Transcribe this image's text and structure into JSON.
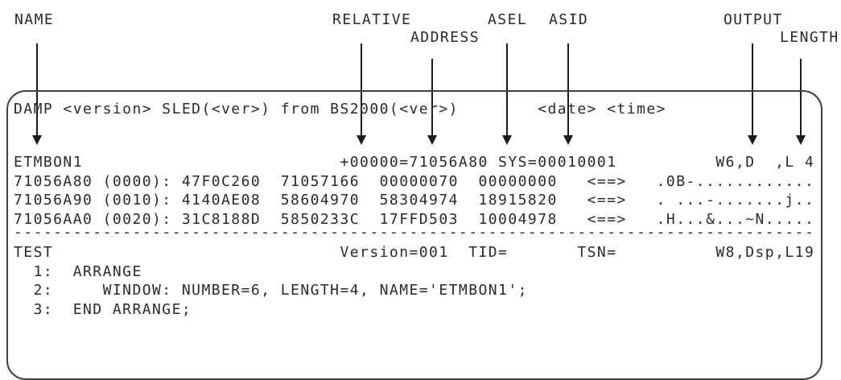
{
  "annotations": {
    "name": "NAME",
    "relative": "RELATIVE",
    "address": "ADDRESS",
    "asel": "ASEL",
    "asid": "ASID",
    "output": "OUTPUT",
    "length": "LENGTH"
  },
  "terminal": {
    "header": "DAMP <version> SLED(<ver>) from BS2000(<ver>)        <date> <time>",
    "hex_window": {
      "title": "ETMBON1                          +00000=71056A80 SYS=00010001          W6,D  ,L 4",
      "rows": [
        "71056A80 (0000): 47F0C260  71057166  00000070  00000000   <==>   .0B-............",
        "71056A90 (0010): 4140AE08  58604970  58304974  18915820   <==>   . ...-.......j..",
        "71056AA0 (0020): 31C8188D  5850233C  17FFD503  10004978   <==>   .H...&...~N....."
      ]
    },
    "separator": "---------------------------------------------------------------------------------",
    "test_window": {
      "title": "TEST                             Version=001  TID=       TSN=          W8,Dsp,L19",
      "code": [
        "  1:  ARRANGE",
        "  2:     WINDOW: NUMBER=6, LENGTH=4, NAME='ETMBON1';",
        "  3:  END ARRANGE;"
      ]
    }
  }
}
